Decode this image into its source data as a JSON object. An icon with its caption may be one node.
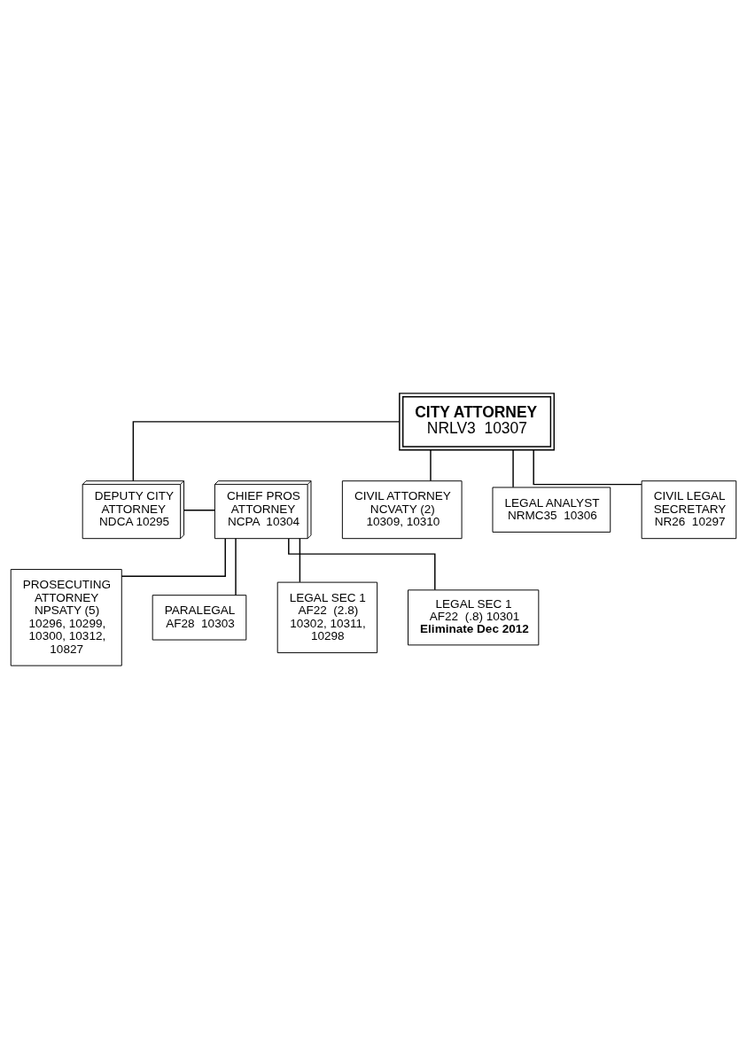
{
  "diagram": {
    "nodes": [
      {
        "text": [
          "CITY ATTORNEY",
          "NRLV3  10307"
        ]
      },
      {
        "text": [
          "DEPUTY CITY ATTORNEY",
          "NDCA 10295"
        ]
      },
      {
        "text": [
          "CHIEF PROS ATTORNEY",
          "NCPA  10304"
        ]
      },
      {
        "text": [
          "CIVIL ATTORNEY",
          "NCVATY (2) 10309, 10310"
        ]
      },
      {
        "text": [
          "LEGAL ANALYST",
          "NRMC35  10306"
        ]
      },
      {
        "text": [
          "CIVIL LEGAL SECRETARY",
          "NR26  10297"
        ]
      },
      {
        "text": [
          "PROSECUTING ATTORNEY",
          "NPSATY (5) 10296, 10299, 10300, 10312, 10827"
        ]
      },
      {
        "text": [
          "PARALEGAL",
          "AF28  10303"
        ]
      },
      {
        "text": [
          "LEGAL SEC 1",
          "AF22  (2.8) 10302, 10311, 10298"
        ]
      },
      {
        "text": [
          "LEGAL SEC 1",
          "AF22  (.8) 10301",
          "Eliminate Dec 2012"
        ]
      }
    ],
    "edges": [
      {
        "from": 0,
        "to": 1,
        "arrow": "none"
      },
      {
        "from": 0,
        "to": 3,
        "arrow": "none"
      },
      {
        "from": 0,
        "to": 4,
        "arrow": "none"
      },
      {
        "from": 0,
        "to": 5,
        "arrow": "none"
      },
      {
        "from": 1,
        "to": 2,
        "arrow": "none"
      },
      {
        "from": 2,
        "to": 6,
        "arrow": "none"
      },
      {
        "from": 2,
        "to": 7,
        "arrow": "none"
      },
      {
        "from": 2,
        "to": 8,
        "arrow": "none"
      },
      {
        "from": 2,
        "to": 9,
        "arrow": "none"
      }
    ]
  }
}
